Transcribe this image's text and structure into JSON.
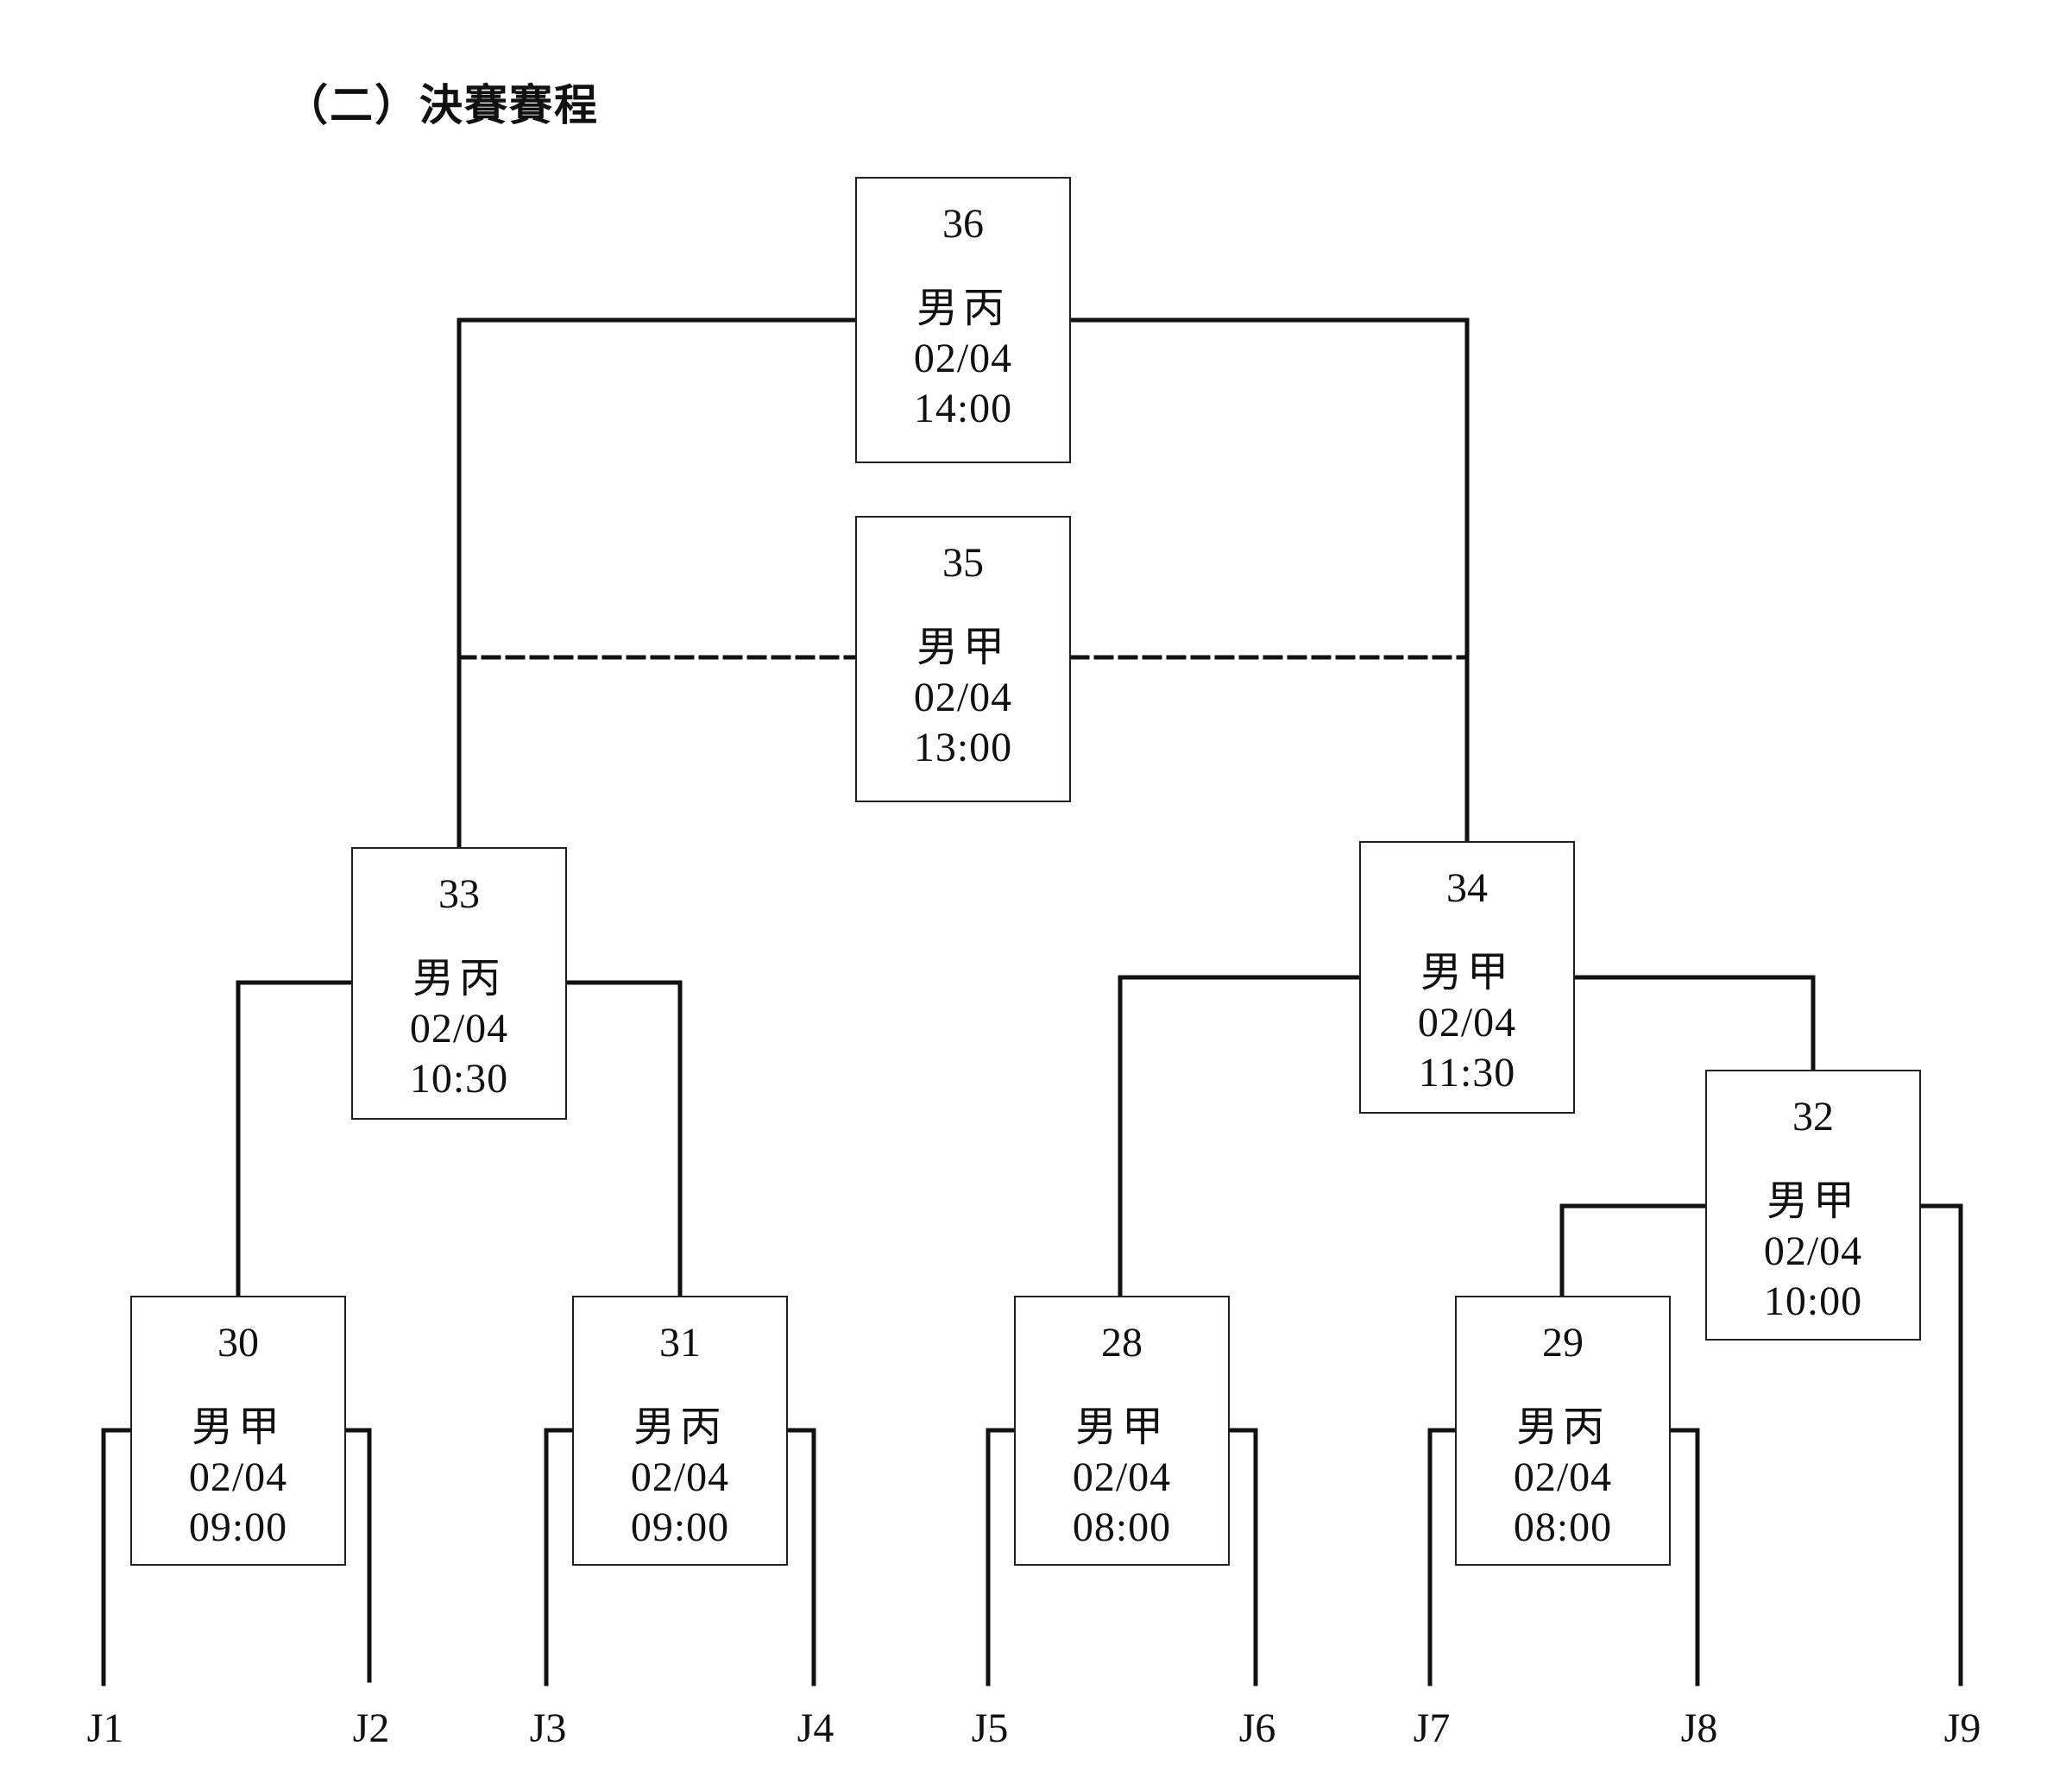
{
  "title": "（二）決賽賽程",
  "matches": {
    "m36": {
      "number": "36",
      "division": "男丙",
      "date": "02/04",
      "time": "14:00"
    },
    "m35": {
      "number": "35",
      "division": "男甲",
      "date": "02/04",
      "time": "13:00"
    },
    "m33": {
      "number": "33",
      "division": "男丙",
      "date": "02/04",
      "time": "10:30"
    },
    "m34": {
      "number": "34",
      "division": "男甲",
      "date": "02/04",
      "time": "11:30"
    },
    "m32": {
      "number": "32",
      "division": "男甲",
      "date": "02/04",
      "time": "10:00"
    },
    "m30": {
      "number": "30",
      "division": "男甲",
      "date": "02/04",
      "time": "09:00"
    },
    "m31": {
      "number": "31",
      "division": "男丙",
      "date": "02/04",
      "time": "09:00"
    },
    "m28": {
      "number": "28",
      "division": "男甲",
      "date": "02/04",
      "time": "08:00"
    },
    "m29": {
      "number": "29",
      "division": "男丙",
      "date": "02/04",
      "time": "08:00"
    }
  },
  "leads": [
    "J1",
    "J2",
    "J3",
    "J4",
    "J5",
    "J6",
    "J7",
    "J8",
    "J9"
  ],
  "colors": {
    "line": "#111111",
    "box_border": "#222222"
  }
}
